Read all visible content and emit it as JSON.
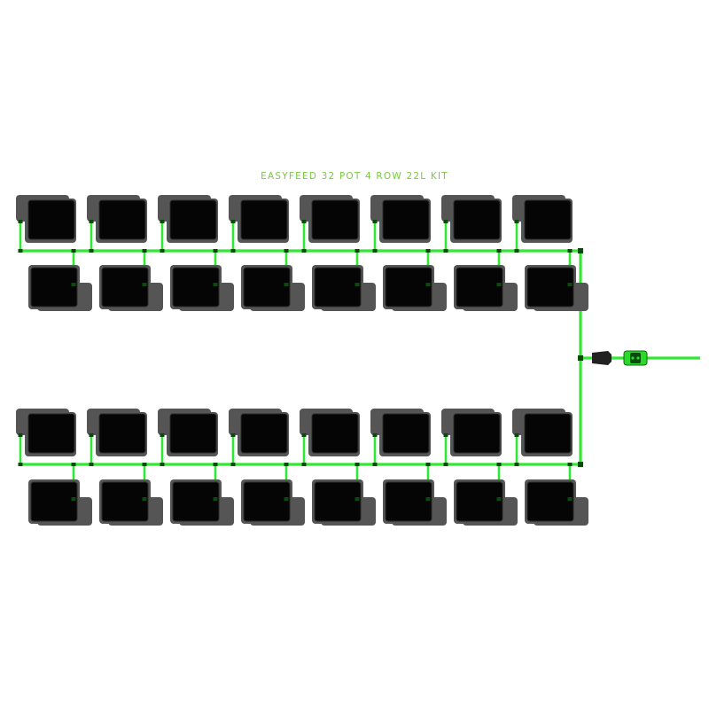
{
  "title": "EASYFEED 32 POT 4 ROW 22L KIT",
  "kit": {
    "pot_count": 32,
    "row_count": 4,
    "pots_per_row": 8,
    "pot_volume": "22L"
  },
  "colors": {
    "title": "#7ac943",
    "pipe": "#33e633",
    "pot_tray": "#555555",
    "pot_body": "#050505",
    "pot_outline": "#2a2a2a",
    "fitting": "#0a4a0a",
    "valve_body": "#222222",
    "connector": "#2bd92b"
  },
  "icons": {
    "pot": "pot-with-tray-icon",
    "valve": "stop-valve-icon",
    "connector": "hose-connector-icon"
  }
}
